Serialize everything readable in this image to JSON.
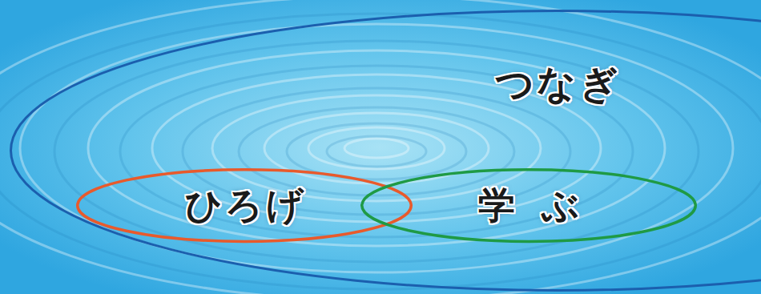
{
  "diagram": {
    "nodes": [
      {
        "text": [
          "つなぎ"
        ]
      },
      {
        "text": [
          "ひろげ"
        ],
        "in": 0
      },
      {
        "text": [
          "学ぶ"
        ],
        "in": 0
      }
    ]
  }
}
